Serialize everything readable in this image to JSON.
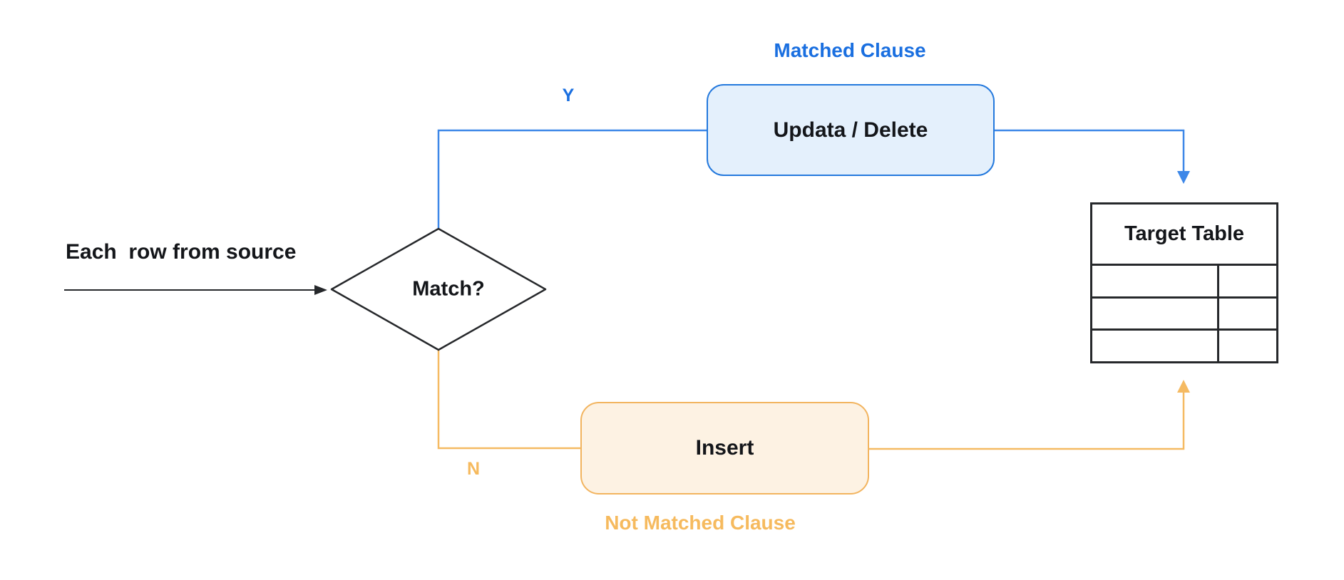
{
  "colors": {
    "blue-text": "#1a6fe0",
    "blue-line": "#3d87e8",
    "blue-border": "#2479dd",
    "blue-fill": "#e4f0fc",
    "orange-line": "#f5ba62",
    "orange-text": "#f6ba5e",
    "orange-border": "#f2b45f",
    "orange-fill": "#fdf2e3",
    "ink": "#26282b",
    "text": "#14161a"
  },
  "flow": {
    "source_label": "Each  row from source",
    "decision_label": "Match?",
    "yes_label": "Y",
    "no_label": "N",
    "matched_clause_label": "Matched Clause",
    "matched_action_label": "Updata / Delete",
    "not_matched_clause_label": "Not Matched Clause",
    "not_matched_action_label": "Insert",
    "target_table": {
      "title": "Target Table",
      "body_rows": [
        [
          "",
          ""
        ],
        [
          "",
          ""
        ],
        [
          "",
          ""
        ]
      ]
    }
  }
}
